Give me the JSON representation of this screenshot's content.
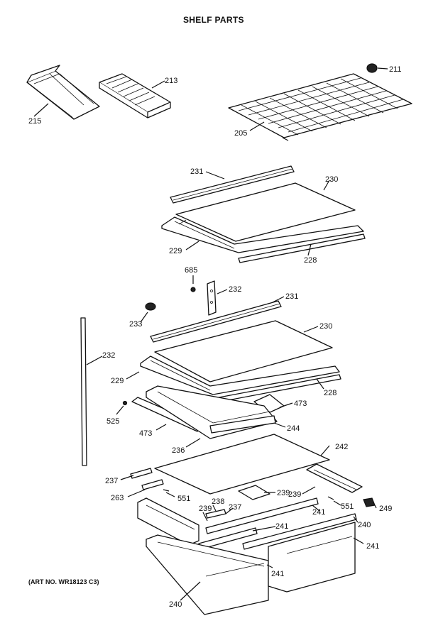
{
  "title": "SHELF PARTS",
  "art_no": "(ART NO. WR18123 C3)",
  "labels": {
    "p211": "211",
    "p213": "213",
    "p215": "215",
    "p205": "205",
    "p231a": "231",
    "p230a": "230",
    "p229a": "229",
    "p228a": "228",
    "p685": "685",
    "p232a": "232",
    "p231b": "231",
    "p233": "233",
    "p230b": "230",
    "p232b": "232",
    "p229b": "229",
    "p228b": "228",
    "p473a": "473",
    "p525": "525",
    "p473b": "473",
    "p244": "244",
    "p236": "236",
    "p242": "242",
    "p237a": "237",
    "p263": "263",
    "p551a": "551",
    "p239a": "239",
    "p239b": "239",
    "p551b": "551",
    "p249": "249",
    "p238": "238",
    "p237b": "237",
    "p239c": "239",
    "p241a": "241",
    "p240a": "240",
    "p241b": "241",
    "p241c": "241",
    "p241d": "241",
    "p240b": "240"
  }
}
